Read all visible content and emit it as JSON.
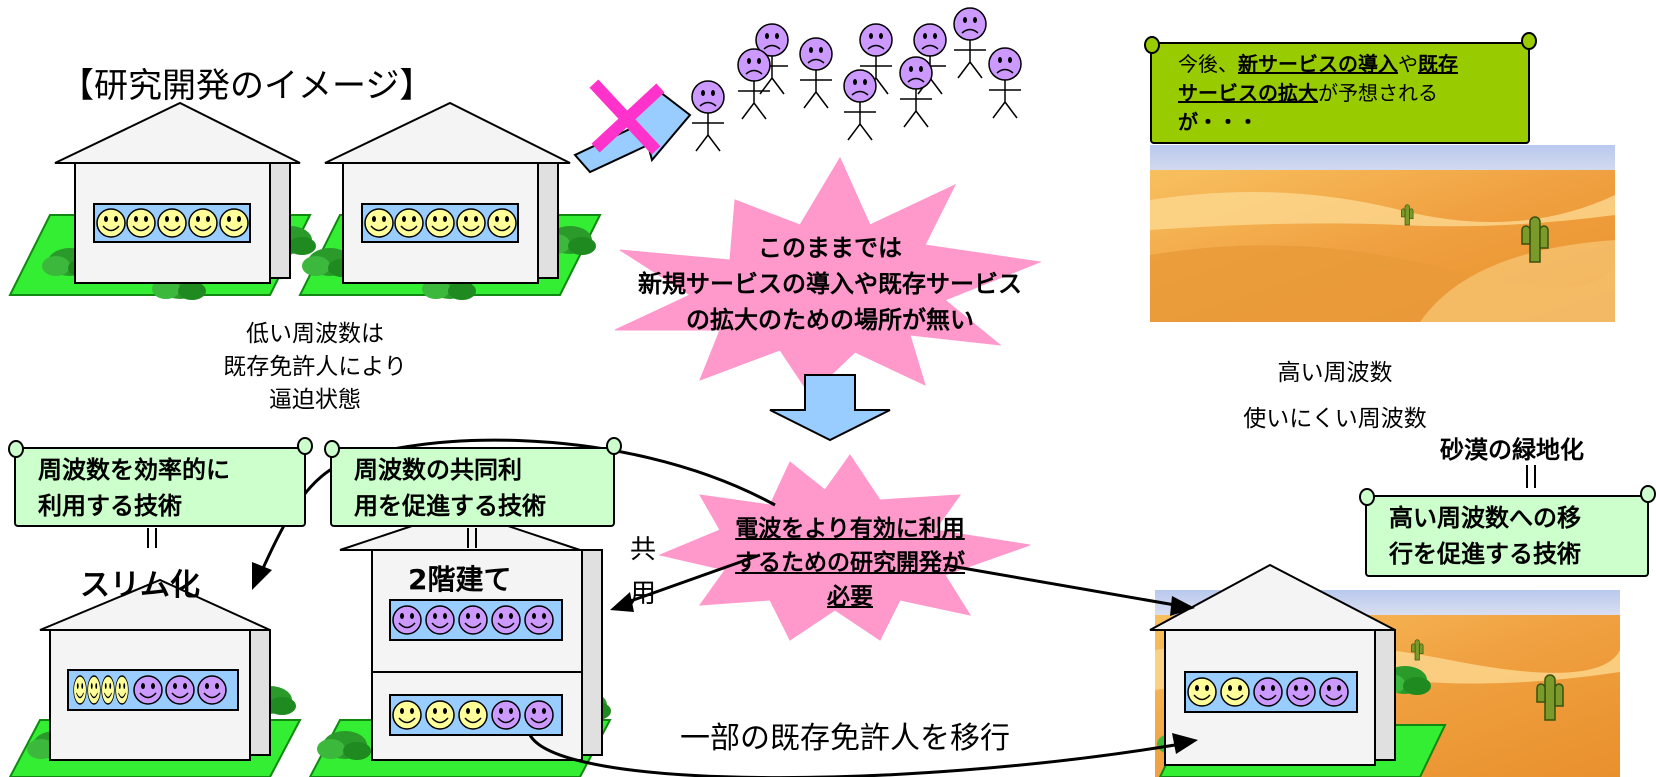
{
  "title": "【研究開発のイメージ】",
  "left_caption": [
    "低い周波数は",
    "既存免許人により",
    "逼迫状態"
  ],
  "center_burst": [
    "このままでは",
    "新規サービスの導入や既存サービス",
    "の拡大のための場所が無い"
  ],
  "rd_burst": [
    "電波をより有効に利用",
    "するための研究開発が",
    "必要"
  ],
  "desert_note": {
    "l1_prefix": "今後、",
    "l1_u1": "新サービスの導入",
    "l1_mid": "や",
    "l1_u2": "既存",
    "l2_u": "サービスの拡大",
    "l2_suffix": "が予想される",
    "l3": "が・・・"
  },
  "high_freq": [
    "高い周波数",
    "使いにくい周波数"
  ],
  "tech1": [
    "周波数を効率的に",
    "利用する技術"
  ],
  "tech2": [
    "周波数の共同利",
    "用を促進する技術"
  ],
  "tech3": [
    "高い周波数への移",
    "行を促進する技術"
  ],
  "slim_label": "スリム化",
  "two_story_label": "2階建て",
  "shared_label": [
    "共",
    "用"
  ],
  "desert_green_label": "砂漠の緑地化",
  "equals_sign": "||",
  "migrate_label": "一部の既存免許人を移行",
  "colors": {
    "burst_pink": "#ff99cc",
    "scroll_green": "#ccffcc",
    "note_olive": "#99cc00",
    "grass": "#33cc33",
    "window_blue": "#99ccff",
    "face_yellow": "#ffff99",
    "face_purple": "#cc99ff",
    "arrow_blue": "#99ccff",
    "cross_magenta": "#ff33cc"
  }
}
